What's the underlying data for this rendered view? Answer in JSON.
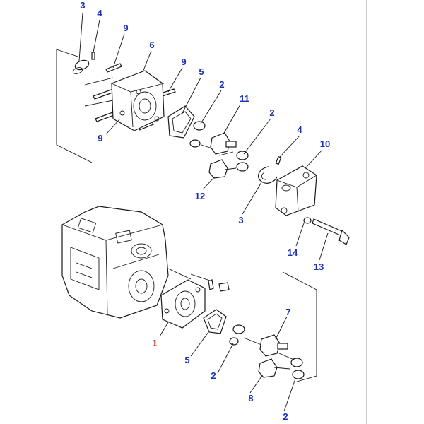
{
  "diagram": {
    "callout_color": "#1a2fb5",
    "main_callout_color": "#b01010",
    "callouts": [
      {
        "label": "3"
      },
      {
        "label": "4"
      },
      {
        "label": "9"
      },
      {
        "label": "6"
      },
      {
        "label": "9"
      },
      {
        "label": "5"
      },
      {
        "label": "2"
      },
      {
        "label": "11"
      },
      {
        "label": "2"
      },
      {
        "label": "9"
      },
      {
        "label": "4"
      },
      {
        "label": "10"
      },
      {
        "label": "12"
      },
      {
        "label": "3"
      },
      {
        "label": "14"
      },
      {
        "label": "13"
      },
      {
        "label": "1"
      },
      {
        "label": "7"
      },
      {
        "label": "5"
      },
      {
        "label": "2"
      },
      {
        "label": "8"
      },
      {
        "label": "2"
      }
    ]
  }
}
